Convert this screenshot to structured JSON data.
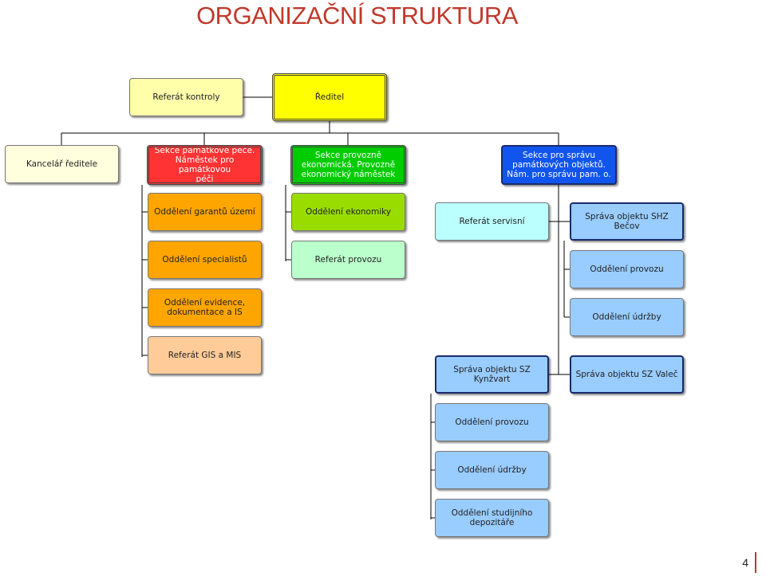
{
  "title": "ORGANIZAČNÍ STRUKTURA",
  "page_number": "4",
  "colors": {
    "title": "#c0392b",
    "yellow": "#ffff00",
    "light_yellow": "#ffffaa",
    "red": "#ff3333",
    "green": "#00cc00",
    "blue": "#1155ee",
    "orange": "#ffa500",
    "light_orange": "#ffcc99",
    "lime": "#99dd00",
    "mint": "#bbffcc",
    "light_cyan": "#bbffff",
    "light_blue": "#99ccff"
  },
  "nodes": {
    "reditel": "Ředitel",
    "referat_kontroly": "Referát kontroly",
    "kancelar": "Kancelář ředitele",
    "sekce_pece": "Sekce památkové péče.\nNáměstek pro památkovou\npéči",
    "sekce_ekon": "Sekce provozně\nekonomická. Provozně\nekonomický náměstek",
    "sekce_spravy": "Sekce pro správu\npamátkových objektů.\nNám. pro správu pam. o.",
    "oddeleni_garantu": "Oddělení garantů území",
    "oddeleni_specialistu": "Oddělení specialistů",
    "oddeleni_evidence": "Oddělení evidence,\ndokumentace a IS",
    "referat_gis": "Referát GIS a MIS",
    "oddeleni_ekonomiky": "Oddělení ekonomiky",
    "referat_provozu": "Referát provozu",
    "referat_servisni": "Referát servisní",
    "sprava_kynzvart": "Správa objektu SZ\nKynžvart",
    "kyn_provoz": "Oddělení provozu",
    "kyn_udrzba": "Oddělení údržby",
    "kyn_depozitar": "Oddělení studijního\ndepozitáře",
    "sprava_becov": "Správa objektu SHZ Bečov",
    "becov_provoz": "Oddělení provozu",
    "becov_udrzba": "Oddělení údržby",
    "sprava_valec": "Správa objektu SZ Valeč"
  }
}
